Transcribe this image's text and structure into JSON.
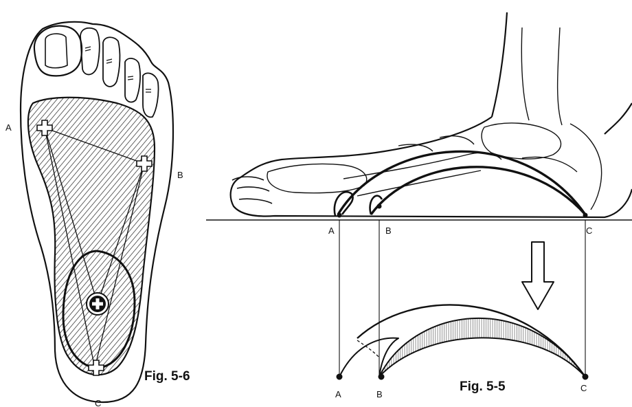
{
  "figure_left": {
    "caption": "Fig. 5-6",
    "points": {
      "a": "A",
      "b": "B",
      "c": "C"
    }
  },
  "figure_right": {
    "caption": "Fig. 5-5",
    "top_points": {
      "a": "A",
      "b": "B",
      "c": "C"
    },
    "bottom_points": {
      "a": "A",
      "b": "B",
      "c": "C"
    }
  },
  "colors": {
    "ink": "#111111",
    "paper": "#ffffff"
  }
}
